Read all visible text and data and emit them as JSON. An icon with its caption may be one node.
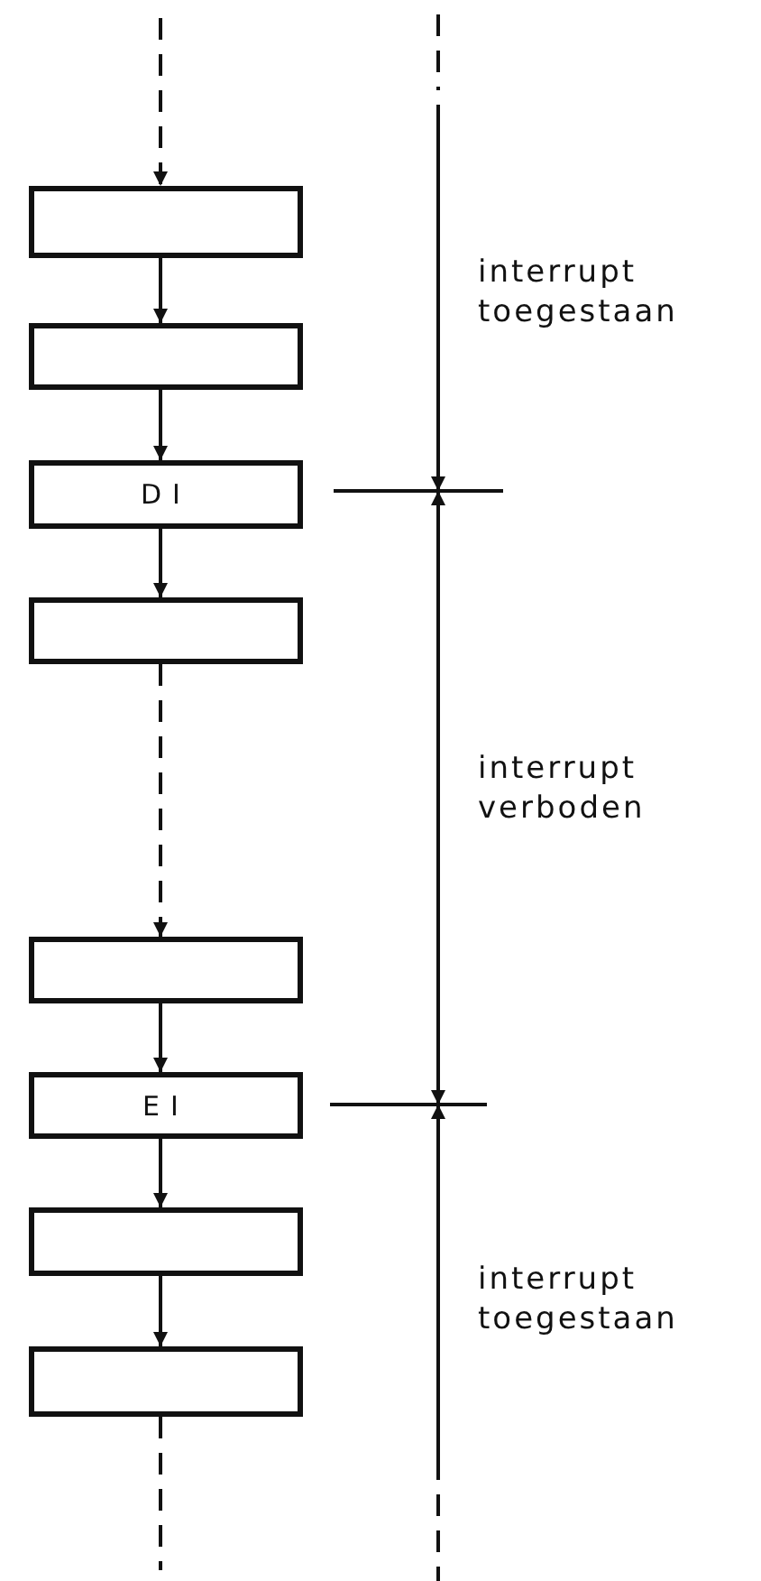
{
  "diagram": {
    "nodes": [
      {
        "text": [],
        "shape": "box"
      },
      {
        "text": [],
        "shape": "box"
      },
      {
        "text": [
          "DI"
        ]
      },
      {
        "text": [],
        "shape": "box"
      },
      {
        "text": [],
        "shape": "box"
      },
      {
        "text": [
          "EI"
        ]
      },
      {
        "text": [],
        "shape": "box"
      },
      {
        "text": [],
        "shape": "box"
      }
    ],
    "edges": [
      {
        "from": null,
        "to": 0,
        "arrow": "to",
        "style": "dashed"
      },
      {
        "from": 0,
        "to": 1,
        "arrow": "to"
      },
      {
        "from": 1,
        "to": 2,
        "arrow": "to"
      },
      {
        "from": 2,
        "to": 3,
        "arrow": "to"
      },
      {
        "from": 3,
        "to": 4,
        "arrow": "to",
        "style": "dashed"
      },
      {
        "from": 4,
        "to": 5,
        "arrow": "to"
      },
      {
        "from": 5,
        "to": 6,
        "arrow": "to"
      },
      {
        "from": 6,
        "to": 7,
        "arrow": "to"
      },
      {
        "from": 7,
        "to": null,
        "arrow": "none",
        "style": "dashed"
      }
    ],
    "labels": [
      "interrupt toegestaan",
      "interrupt verboden",
      "interrupt toegestaan"
    ]
  }
}
